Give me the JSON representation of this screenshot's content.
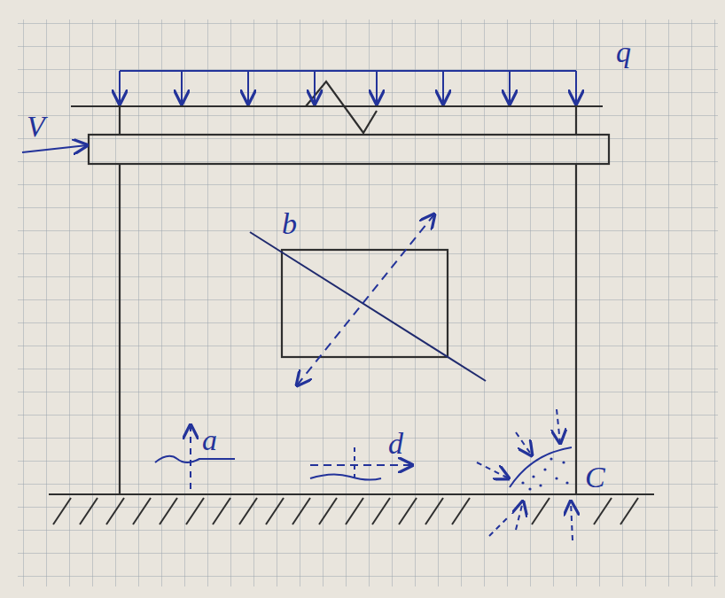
{
  "diagram": {
    "labels": [
      "q",
      "V",
      "b",
      "a",
      "d",
      "C"
    ]
  }
}
